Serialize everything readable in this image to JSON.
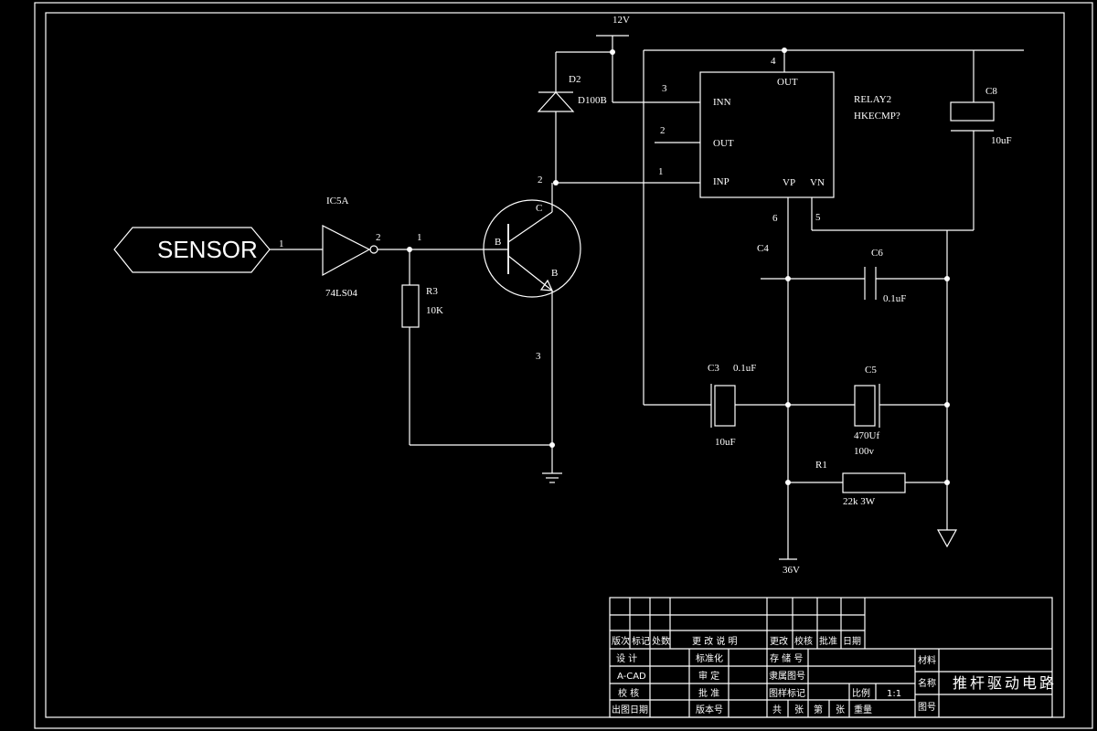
{
  "schematic": {
    "sensor": "SENSOR",
    "gate_ref": "IC5A",
    "gate_part": "74LS04",
    "gate_pin_in": "1",
    "gate_pin_out": "2",
    "base_pin": "1",
    "r3_ref": "R3",
    "r3_val": "10K",
    "transistor_b": "B",
    "transistor_c": "C",
    "transistor_e": "B",
    "collector_pin": "2",
    "emitter_pin": "3",
    "d2_ref": "D2",
    "d2_part": "D100B",
    "supply_12v": "12V",
    "relay_pin3": "3",
    "relay_pin2": "2",
    "relay_pin1": "1",
    "relay_pin4": "4",
    "relay_pin6": "6",
    "relay_pin5": "5",
    "relay_inn": "INN",
    "relay_out_left": "OUT",
    "relay_inp": "INP",
    "relay_out_top": "OUT",
    "relay_vp": "VP",
    "relay_vn": "VN",
    "relay_name": "RELAY2",
    "relay_part": "HKECMP?",
    "c8_ref": "C8",
    "c8_val": "10uF",
    "c4_ref": "C4",
    "c6_ref": "C6",
    "c6_val": "0.1uF",
    "c3_ref": "C3",
    "c3_val": "0.1uF",
    "c3_val2": "10uF",
    "c5_ref": "C5",
    "c5_val": "470Uf",
    "c5_volt": "100v",
    "r1_ref": "R1",
    "r1_val": "22k 3W",
    "supply_36v": "36V"
  },
  "title_block": {
    "rev_mark": "版次",
    "mark": "标记",
    "count": "处数",
    "change_desc": "更 改 说 明",
    "change": "更改",
    "proofread": "校核",
    "approve": "批准",
    "date": "日期",
    "design": "设 计",
    "std": "标准化",
    "store_no": "存 储 号",
    "material": "材料",
    "acad": "A-CAD",
    "review": "审 定",
    "belong_no": "隶属图号",
    "name_label": "名称",
    "drawing_name": "推杆驱动电路",
    "check": "校 核",
    "approve2": "批 准",
    "sample_mark": "图样标记",
    "scale_label": "比例",
    "scale_val": "1:1",
    "out_date": "出图日期",
    "version": "版本号",
    "total": "共",
    "sheets": "张",
    "page": "第",
    "sheet": "张",
    "weight": "重量",
    "drawing_no": "图号"
  }
}
